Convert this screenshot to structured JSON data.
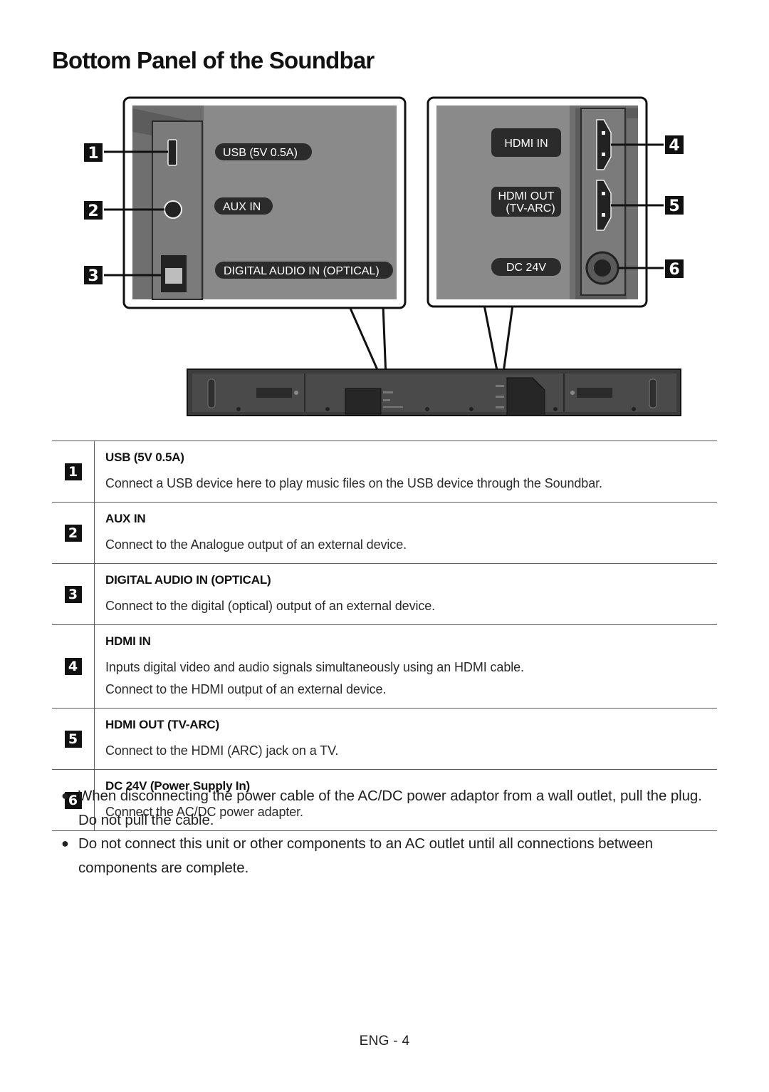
{
  "page_title": "Bottom Panel of the Soundbar",
  "figure": {
    "left_labels": [
      "USB (5V 0.5A)",
      "AUX IN",
      "DIGITAL AUDIO IN (OPTICAL)"
    ],
    "right_labels": [
      "HDMI IN",
      "HDMI OUT",
      "(TV-ARC)",
      "DC 24V"
    ],
    "left_numbers": [
      "1",
      "2",
      "3"
    ],
    "right_numbers": [
      "4",
      "5",
      "6"
    ]
  },
  "ports": [
    {
      "number": "1",
      "title": "USB (5V 0.5A)",
      "lines": [
        "Connect a USB device here to play music files on the USB device through the Soundbar."
      ]
    },
    {
      "number": "2",
      "title": "AUX IN",
      "lines": [
        "Connect to the Analogue output of an external device."
      ]
    },
    {
      "number": "3",
      "title": "DIGITAL AUDIO IN (OPTICAL)",
      "lines": [
        "Connect to the digital (optical) output of an external device."
      ]
    },
    {
      "number": "4",
      "title": "HDMI IN",
      "lines": [
        "Inputs digital video and audio signals simultaneously using an HDMI cable.",
        "Connect to the HDMI output of an external device."
      ]
    },
    {
      "number": "5",
      "title": "HDMI OUT (TV-ARC)",
      "lines": [
        "Connect to the HDMI (ARC) jack on a TV."
      ]
    },
    {
      "number": "6",
      "title": "DC 24V (Power Supply In)",
      "lines": [
        "Connect the AC/DC power adapter."
      ]
    }
  ],
  "notes": [
    "When disconnecting the power cable of the AC/DC power adaptor from a wall outlet, pull the plug. Do not pull the cable.",
    "Do not connect this unit or other components to an AC outlet until all connections between components are complete."
  ],
  "page_number": "ENG - 4",
  "colors": {
    "panel_gray": "#8a8a8a",
    "dark_label": "#2b2b2b",
    "soundbar_body": "#3c3c3c"
  }
}
